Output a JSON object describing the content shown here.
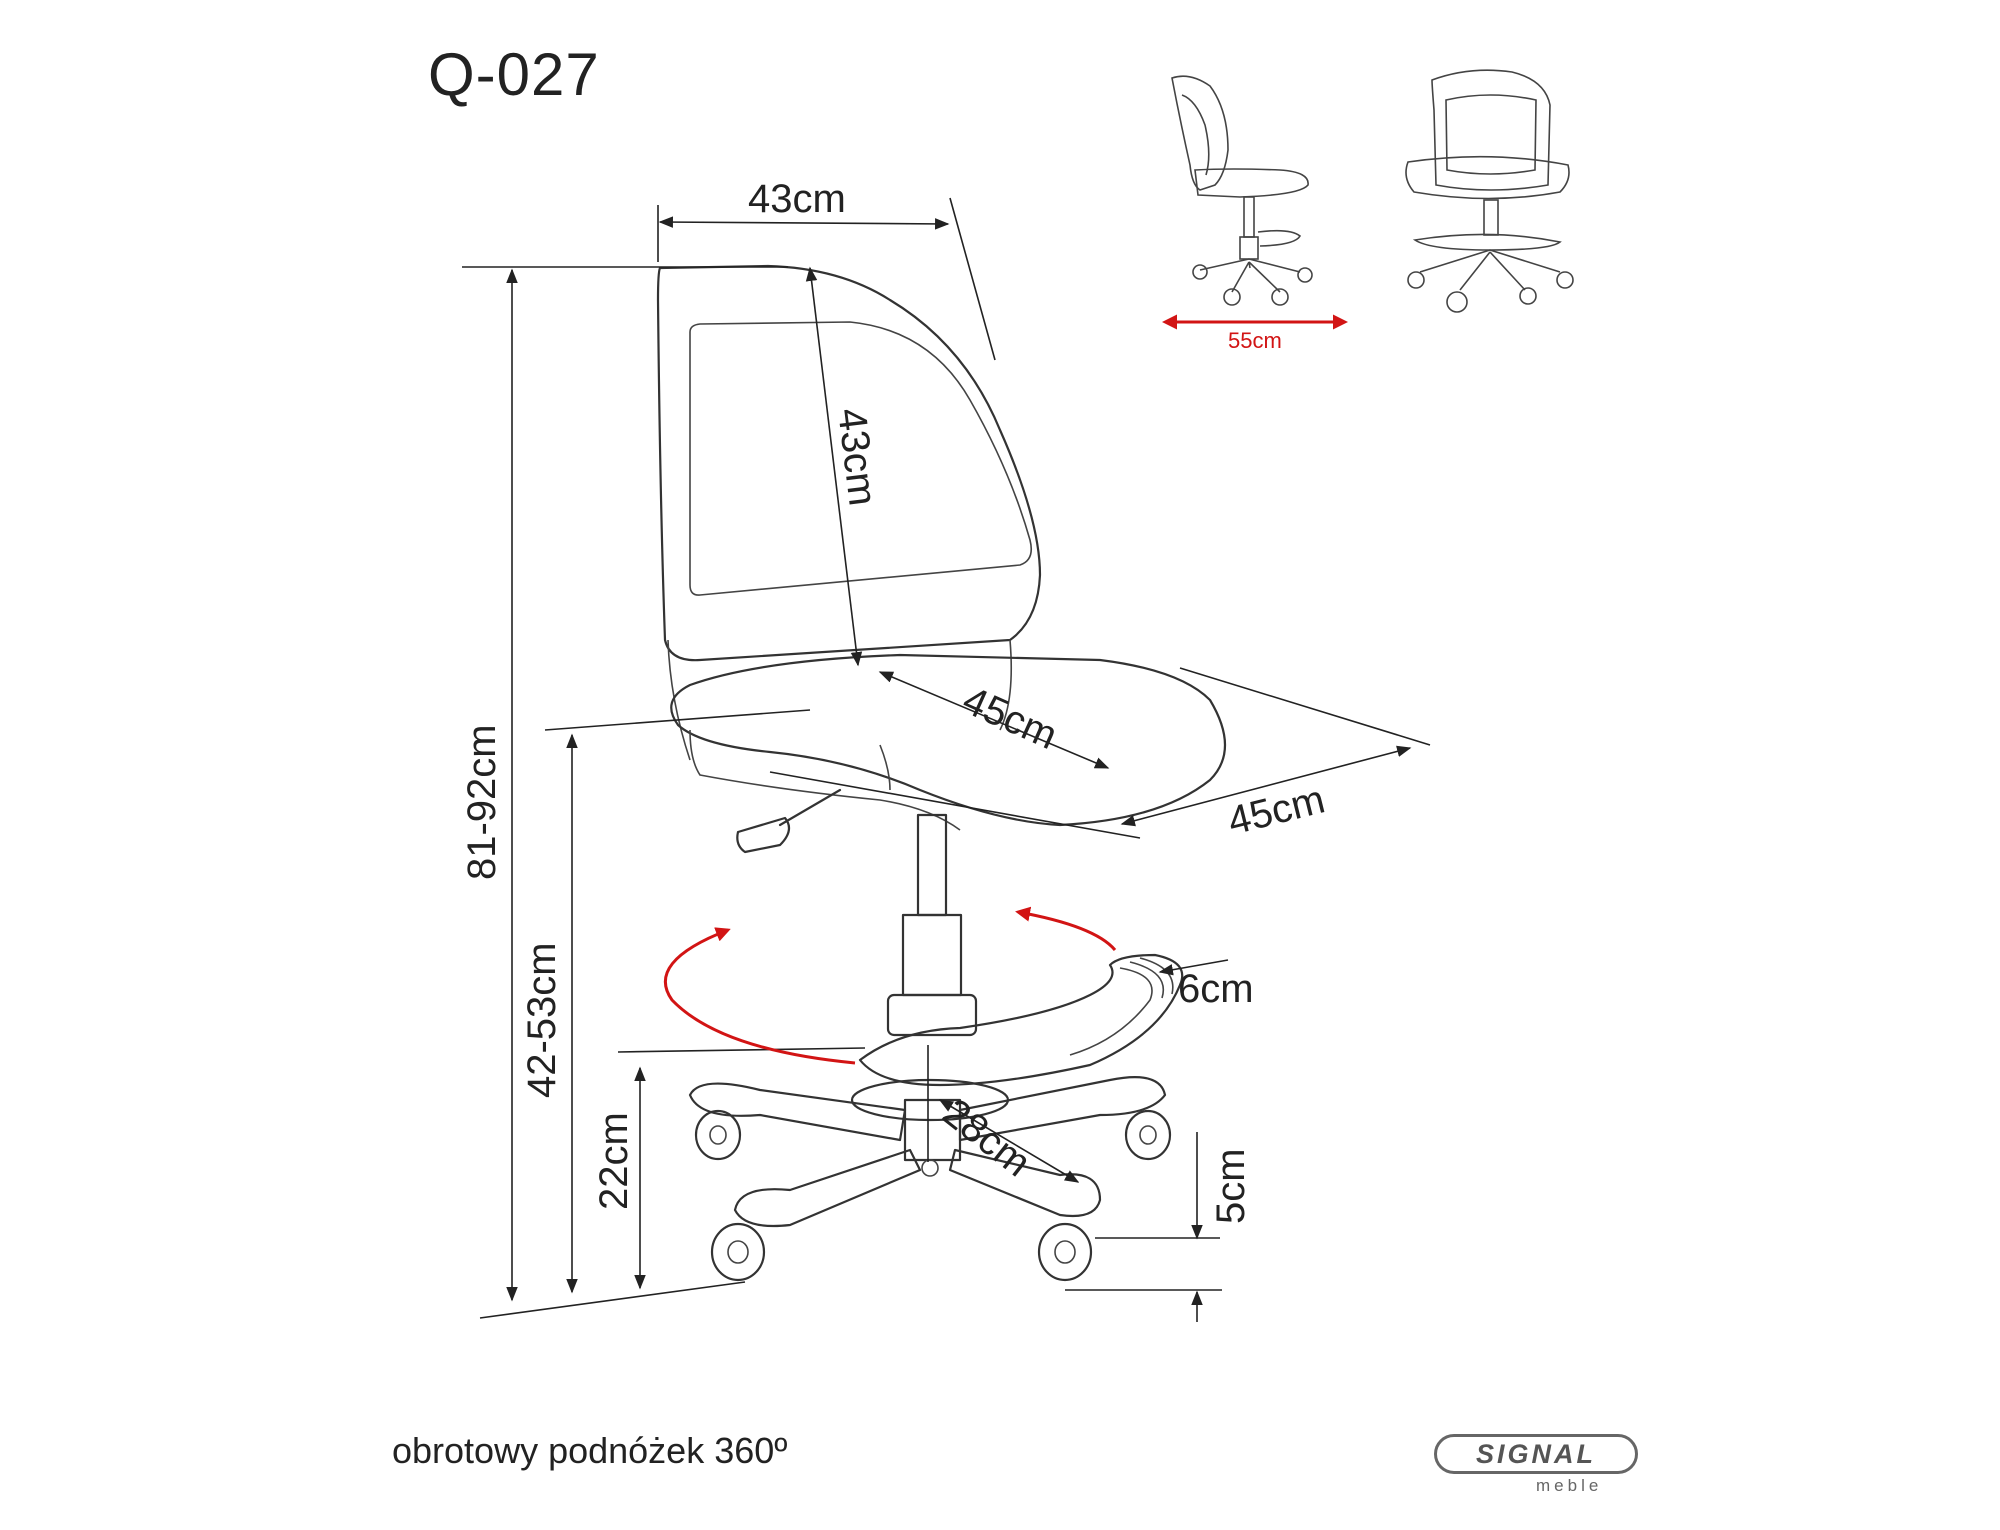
{
  "title": "Q-027",
  "caption": "obrotowy podnóżek 360º",
  "brand": {
    "name": "SIGNAL",
    "sub": "meble"
  },
  "dimensions": {
    "backrest_width": "43cm",
    "backrest_height": "43cm",
    "seat_depth": "45cm",
    "seat_width": "45cm",
    "total_height": "81-92cm",
    "seat_height": "42-53cm",
    "footrest_height": "22cm",
    "footrest_width": "6cm",
    "base_radius": "28cm",
    "caster_height": "5cm",
    "footrest_span": "55cm"
  },
  "colors": {
    "accent": "#d21414",
    "line": "#222222"
  }
}
